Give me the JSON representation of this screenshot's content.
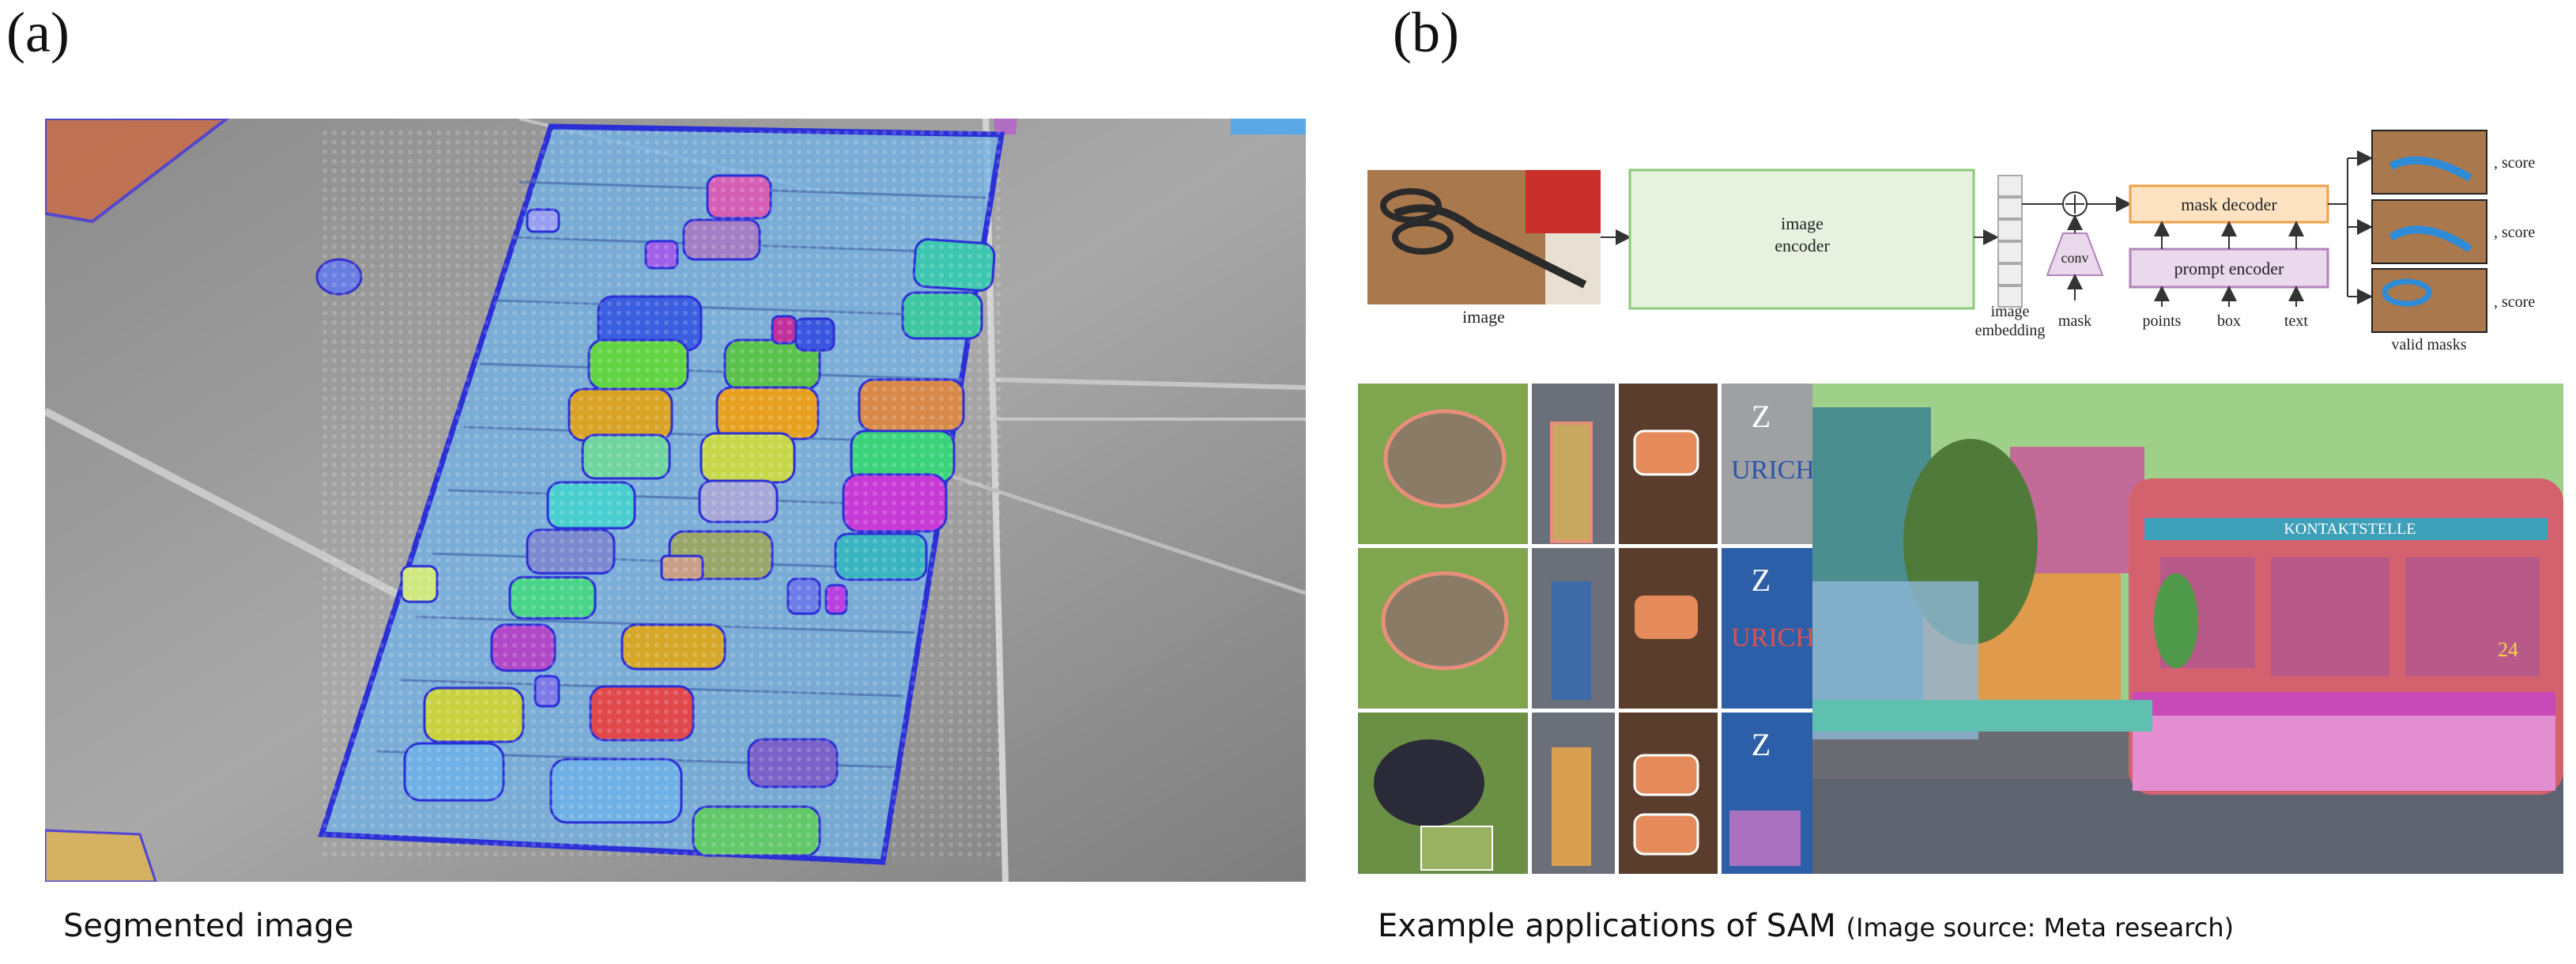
{
  "panel_a": {
    "label": "(a)",
    "caption": "Segmented image"
  },
  "panel_b": {
    "label": "(b)",
    "caption": "Example applications of SAM",
    "caption_source": "(Image source: Meta research)",
    "diagram": {
      "image_label": "image",
      "encoder_label_1": "image",
      "encoder_label_2": "encoder",
      "embedding_label_1": "image",
      "embedding_label_2": "embedding",
      "conv_label": "conv",
      "mask_label": "mask",
      "mask_decoder_label": "mask decoder",
      "prompt_encoder_label": "prompt encoder",
      "points_label": "points",
      "box_label": "box",
      "text_label": "text",
      "score_label": ", score",
      "valid_masks_label": "valid masks"
    },
    "photo_text": {
      "zurich": "URICH",
      "z": "Z",
      "tram_sign": "KONTAKTSTELLE",
      "tram_number": "24"
    }
  },
  "colors": {
    "encoder_fill": "#e6f2df",
    "encoder_stroke": "#8cc97a",
    "decoder_fill": "#fde3c2",
    "decoder_stroke": "#f0a04b",
    "prompt_fill": "#ead8ec",
    "prompt_stroke": "#b283bb",
    "segmentation_blue": "#5aa9e6"
  }
}
